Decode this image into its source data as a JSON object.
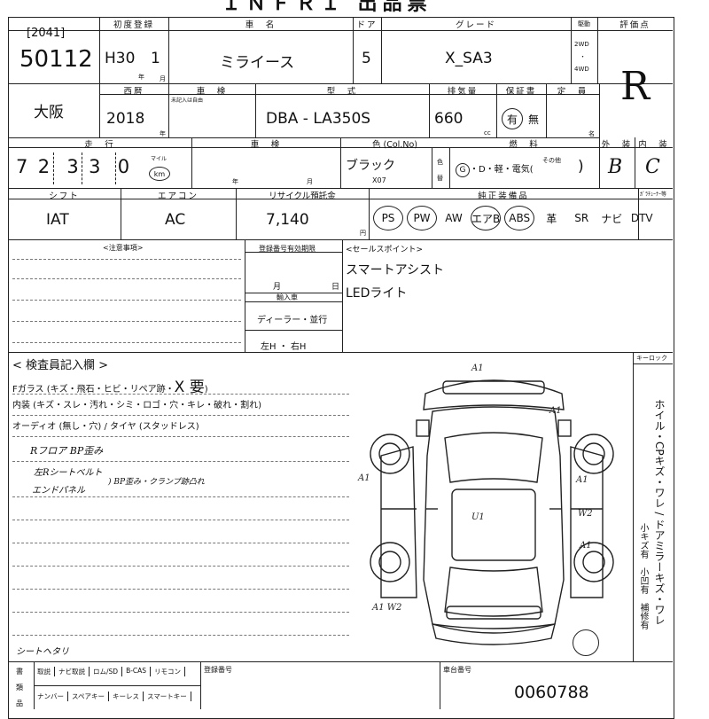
{
  "sheet_title": "ＩＮＦＲＩ 出品票",
  "header": {
    "first_reg_label": "初度登録",
    "name_label": "車　名",
    "door_label": "ドア",
    "grade_label": "グレード",
    "drive_label": "駆動",
    "score_label": "評価点"
  },
  "lot": {
    "code": "[2041]",
    "number": "50112"
  },
  "first_reg": {
    "era": "H30",
    "month": "1",
    "year_unit": "年",
    "month_unit": "月"
  },
  "car_name": "ミライース",
  "doors": "5",
  "grade": "X_SA3",
  "drive": {
    "opt1": "2WD",
    "sep": "・",
    "opt2": "4WD"
  },
  "score": "R",
  "row2": {
    "region": "大阪",
    "model_year_label": "西暦",
    "model_year": "2018",
    "year_unit": "年",
    "inspection_label": "車　検",
    "inspection_note": "未記入は自由",
    "type_label": "型　式",
    "type_value": "DBA - LA350S",
    "disp_label": "排気量",
    "displacement": "660",
    "cc": "cc",
    "warranty_label": "保証書",
    "warranty_yes": "有",
    "warranty_no": "無",
    "capacity_label": "定　員",
    "capacity_unit": "名"
  },
  "row3": {
    "mileage_label": "走　行",
    "mileage_digits": [
      "7",
      "2",
      "3",
      "3",
      "0"
    ],
    "unit_top": "マイル",
    "unit_km": "km",
    "rest_label": "車　検",
    "year_label": "年",
    "month_label": "月",
    "color_label": "色 (Col.No)",
    "color": "ブラック",
    "color_code": "X07",
    "color_side_a": "色",
    "color_side_b": "替",
    "fuel_label": "燃　料",
    "fuel_g": "G",
    "fuel_opts": "・D・軽・電気(",
    "fuel_other": "その他",
    "fuel_close": ")",
    "exterior_label": "外　装",
    "exterior": "B",
    "interior_label": "内　装",
    "interior": "C"
  },
  "row4": {
    "shift_label": "シフト",
    "shift": "IAT",
    "ac_label": "エアコン",
    "ac": "AC",
    "recycle_label": "リサイクル預託金",
    "recycle": "7,140",
    "yen": "円",
    "equip_label": "純正装備品",
    "tuner_label": "ｶﾞﾗﾁｭｰﾅｰ等",
    "equip": [
      "PS",
      "PW",
      "AW",
      "エアB",
      "ABS",
      "革",
      "SR",
      "ナビ",
      "DTV"
    ],
    "equip_circled": [
      "PS",
      "PW",
      "エアB",
      "ABS"
    ]
  },
  "notes": {
    "caution_label": "<注意事項>",
    "reg_label": "登録番号有効期限",
    "month": "月",
    "day": "日",
    "history_label": "輸入車",
    "history_value": "ディーラー・並行",
    "steering": "左H ・ 右H",
    "sales_label": "<セールスポイント>",
    "sales_points": [
      "スマートアシスト",
      "LEDライト"
    ]
  },
  "inspector": {
    "label": "< 検査員記入欄 >",
    "line1": "Fガラス (キズ・飛石・ヒビ・リペア跡・",
    "line1_mark": "X 要",
    "line1_end": ")",
    "line2": "内装 (キズ・スレ・汚れ・シミ・ロゴ・穴・キレ・破れ・割れ)",
    "line3": "オーディオ (無し・穴) / タイヤ (スタッドレス)",
    "hand1": "Rフロア BP歪み",
    "hand2a": "左Rシートベルト",
    "hand2b": "エンドパネル",
    "hand2c": ") BP歪み・クランプ跡凸れ",
    "hand3": "シートヘタリ"
  },
  "diagram": {
    "marks": [
      "A1",
      "A1",
      "A1",
      "A1",
      "W2",
      "A1",
      "U1",
      "A1 W2"
    ],
    "key_label": "キーロック",
    "side_text": "ホイル・CPキズ・ワレ / ドアミラーキズ・ワレ",
    "side_text2": "小キズ有　小凹有　補修有"
  },
  "footer": {
    "items_label_a": "書",
    "items_label_b": "類",
    "items_label_c": "品",
    "row_a": [
      "取説",
      "ナビ取説",
      "ロム/SD",
      "B-CAS",
      "リモコン"
    ],
    "row_b": [
      "ナンバー",
      "スペアキー",
      "キーレス",
      "スマートキー"
    ],
    "reg_no_label": "登録番号",
    "chassis_label": "車台番号",
    "chassis": "0060788"
  }
}
